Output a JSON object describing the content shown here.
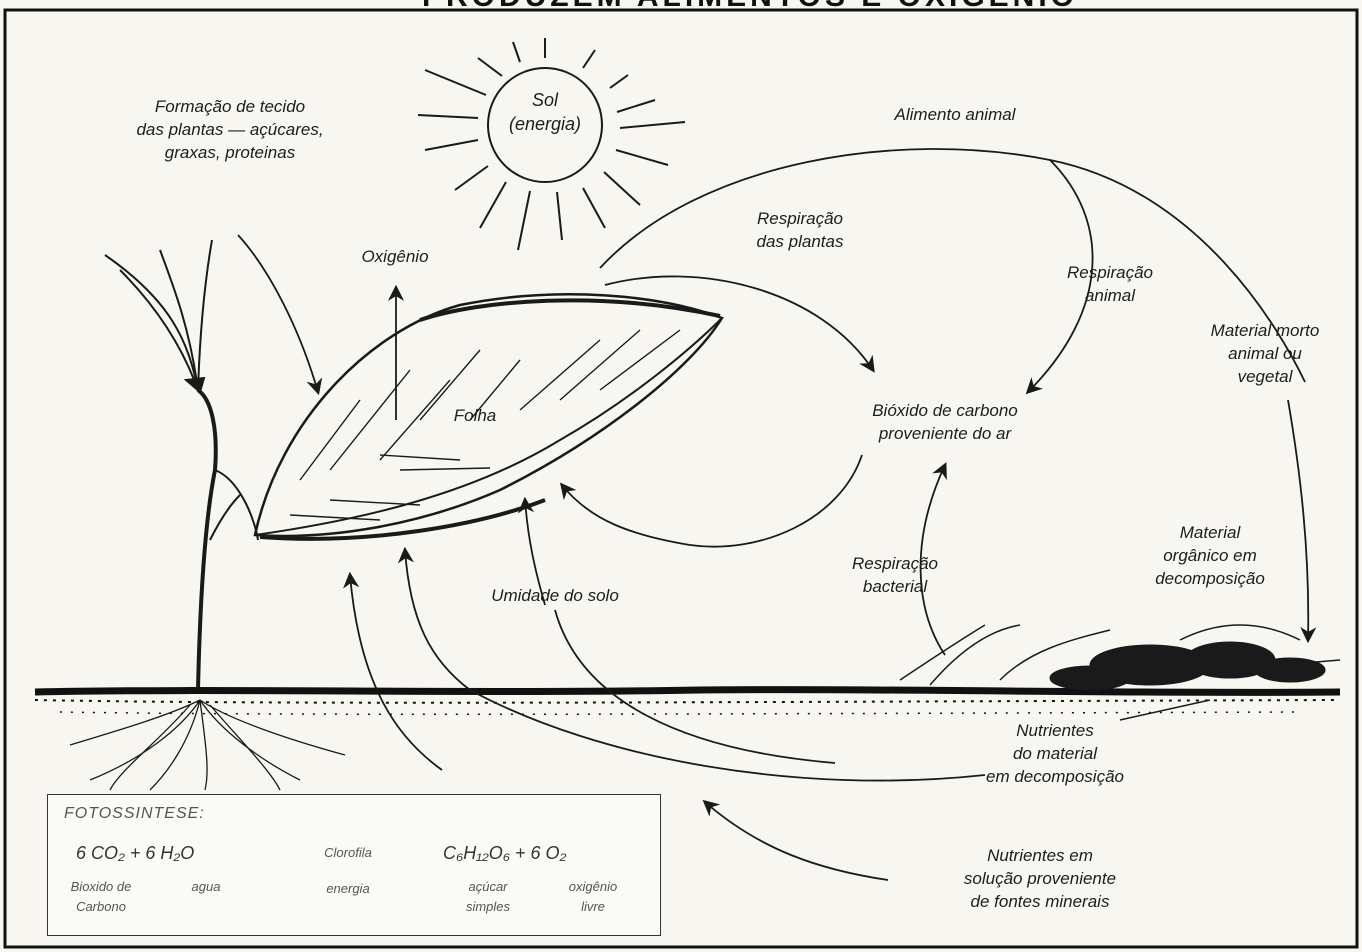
{
  "title": "PRODUZEM ALIMENTOS E OXIGÊNIO",
  "labels": {
    "sun": [
      "Sol",
      "(energia)"
    ],
    "tissue": [
      "Formação de tecido",
      "das plantas — açúcares,",
      "graxas, proteinas"
    ],
    "oxygen": "Oxigênio",
    "leaf": "Folha",
    "animal_food": "Alimento animal",
    "plant_respiration": [
      "Respiração",
      "das plantas"
    ],
    "animal_respiration": [
      "Respiração",
      "animal"
    ],
    "dead_material": [
      "Material morto",
      "animal ou",
      "vegetal"
    ],
    "co2_air": [
      "Bióxido de carbono",
      "proveniente do ar"
    ],
    "bacterial_respiration": [
      "Respiração",
      "bacterial"
    ],
    "organic_material": [
      "Material",
      "orgânico em",
      "decomposição"
    ],
    "soil_moisture": "Umidade do solo",
    "decomp_nutrients": [
      "Nutrientes",
      "do material",
      "em decomposição"
    ],
    "mineral_nutrients": [
      "Nutrientes em",
      "solução proveniente",
      "de fontes minerais"
    ]
  },
  "formula": {
    "heading": "FOTOSSINTESE:",
    "reactants": "6 CO₂ + 6 H₂O",
    "products": "C₆H₁₂O₆ + 6 O₂",
    "arrow_top": "Clorofila",
    "arrow_bottom": "energia",
    "captions": {
      "co2": [
        "Bioxido de",
        "Carbono"
      ],
      "water": "agua",
      "sugar": [
        "açúcar",
        "simples"
      ],
      "oxygen": [
        "oxigênio",
        "livre"
      ]
    }
  },
  "colors": {
    "ink": "#1a1a1a",
    "paper": "#f7f6f1"
  }
}
